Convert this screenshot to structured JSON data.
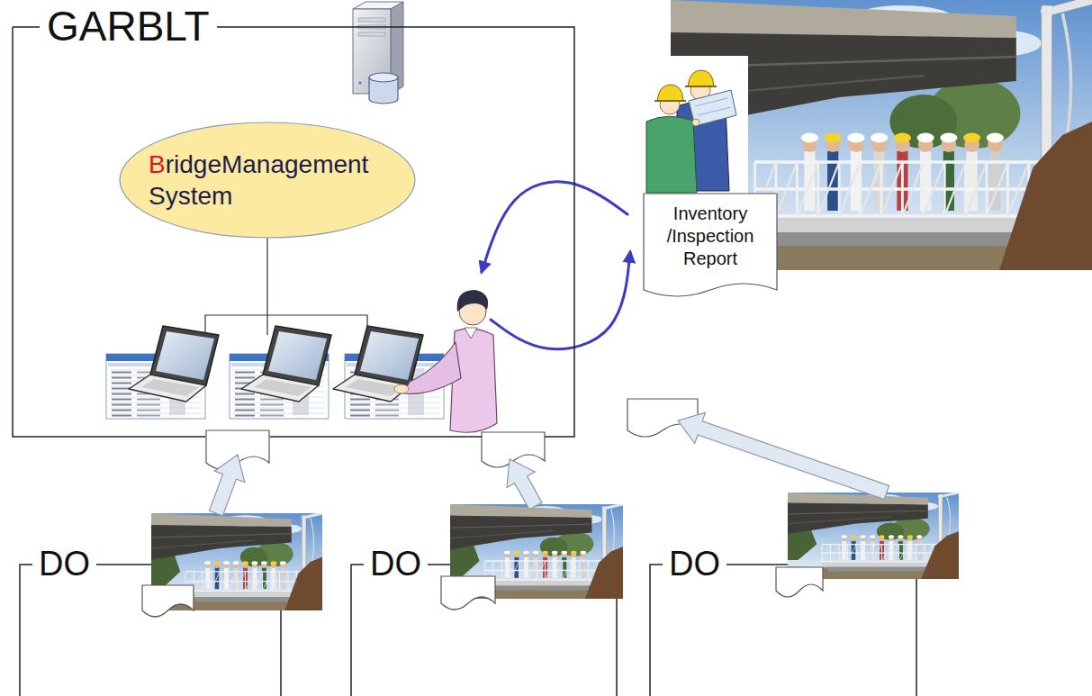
{
  "diagram": {
    "nodes": [
      {
        "text": [
          "GARBLT"
        ]
      },
      {
        "text": [
          "BridgeManagement System"
        ],
        "in": 0
      },
      {
        "text": [
          "Inventory /Inspection Report"
        ]
      },
      {
        "text": [
          "DO"
        ]
      },
      {
        "text": [
          "DO"
        ]
      },
      {
        "text": [
          "DO"
        ]
      }
    ],
    "edges": [
      {
        "from": 2,
        "to": 0,
        "arrow": "to"
      },
      {
        "from": 0,
        "to": 2,
        "arrow": "to"
      },
      {
        "from": 3,
        "to": 0,
        "arrow": "to"
      },
      {
        "from": 4,
        "to": 0,
        "arrow": "to"
      },
      {
        "from": 5,
        "to": 0,
        "arrow": "to"
      }
    ]
  }
}
